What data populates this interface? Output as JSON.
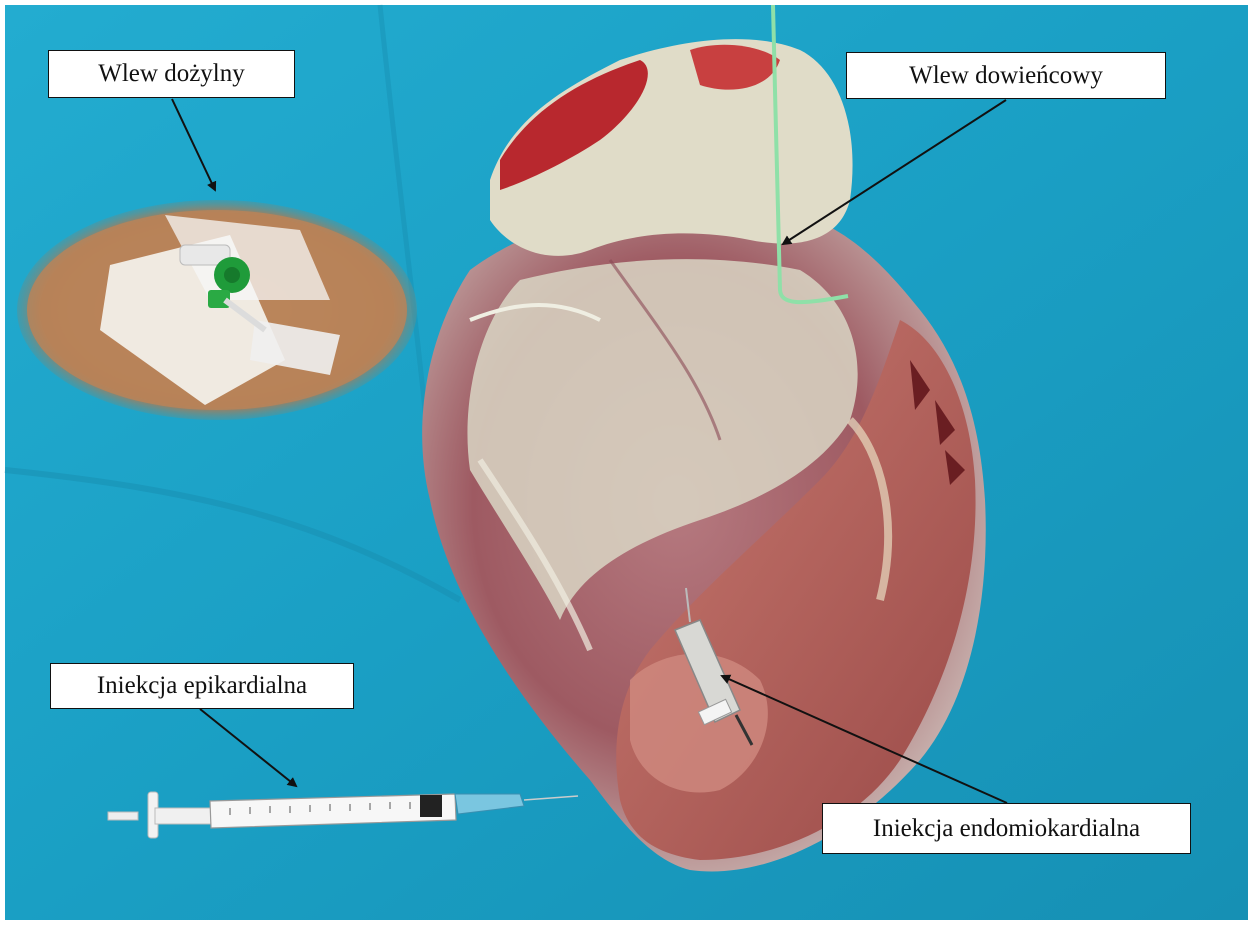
{
  "labels": {
    "intravenous": "Wlew dożylny",
    "intracoronary": "Wlew dowieńcowy",
    "epicardial": "Iniekcja epikardialna",
    "endomyocardial": "Iniekcja endomiokardialna"
  },
  "colors": {
    "background_drape": "#1ba4c6",
    "heart_tissue": "#a8686c",
    "fat_tissue": "#dcdcc4",
    "arrow": "#111111",
    "catheter": "#8fe0a8"
  }
}
